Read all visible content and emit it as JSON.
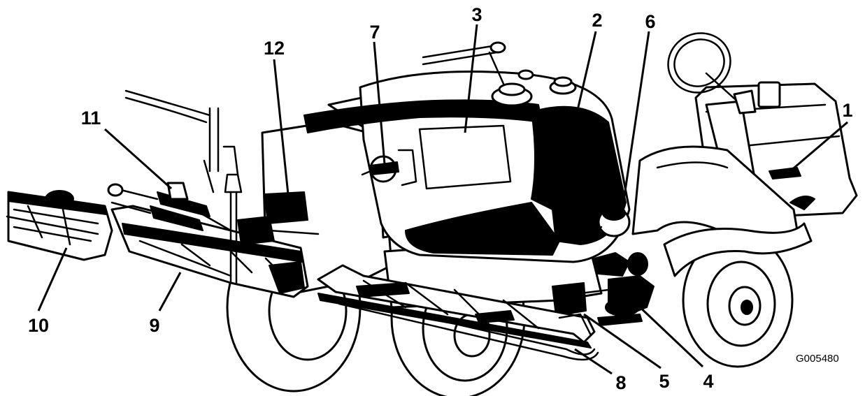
{
  "figure_id": "G005480",
  "callouts": [
    {
      "number": "1",
      "part": "callout-1"
    },
    {
      "number": "2",
      "part": "callout-2"
    },
    {
      "number": "3",
      "part": "callout-3"
    },
    {
      "number": "4",
      "part": "callout-4"
    },
    {
      "number": "5",
      "part": "callout-5"
    },
    {
      "number": "6",
      "part": "callout-6"
    },
    {
      "number": "7",
      "part": "callout-7"
    },
    {
      "number": "8",
      "part": "callout-8"
    },
    {
      "number": "9",
      "part": "callout-9"
    },
    {
      "number": "10",
      "part": "callout-10"
    },
    {
      "number": "11",
      "part": "callout-11"
    },
    {
      "number": "12",
      "part": "callout-12"
    }
  ]
}
